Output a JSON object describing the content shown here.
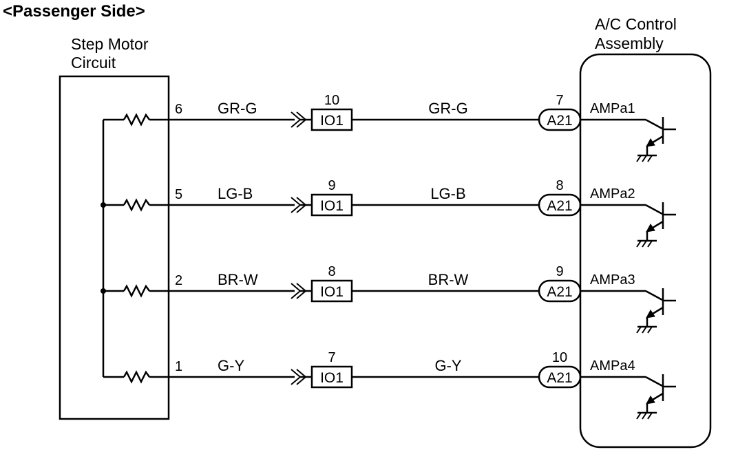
{
  "title": "<Passenger Side>",
  "left_box": {
    "title_line1": "Step Motor",
    "title_line2": "Circuit"
  },
  "right_box": {
    "title_line1": "A/C Control",
    "title_line2": "Assembly"
  },
  "junction_connector": "IO1",
  "ecu_connector": "A21",
  "circuits": [
    {
      "pin": "6",
      "wire_left": "GR-G",
      "io_pin": "10",
      "wire_right": "GR-G",
      "a_pin": "7",
      "signal": "AMPa1"
    },
    {
      "pin": "5",
      "wire_left": "LG-B",
      "io_pin": "9",
      "wire_right": "LG-B",
      "a_pin": "8",
      "signal": "AMPa2"
    },
    {
      "pin": "2",
      "wire_left": "BR-W",
      "io_pin": "8",
      "wire_right": "BR-W",
      "a_pin": "9",
      "signal": "AMPa3"
    },
    {
      "pin": "1",
      "wire_left": "G-Y",
      "io_pin": "7",
      "wire_right": "G-Y",
      "a_pin": "10",
      "signal": "AMPa4"
    }
  ]
}
